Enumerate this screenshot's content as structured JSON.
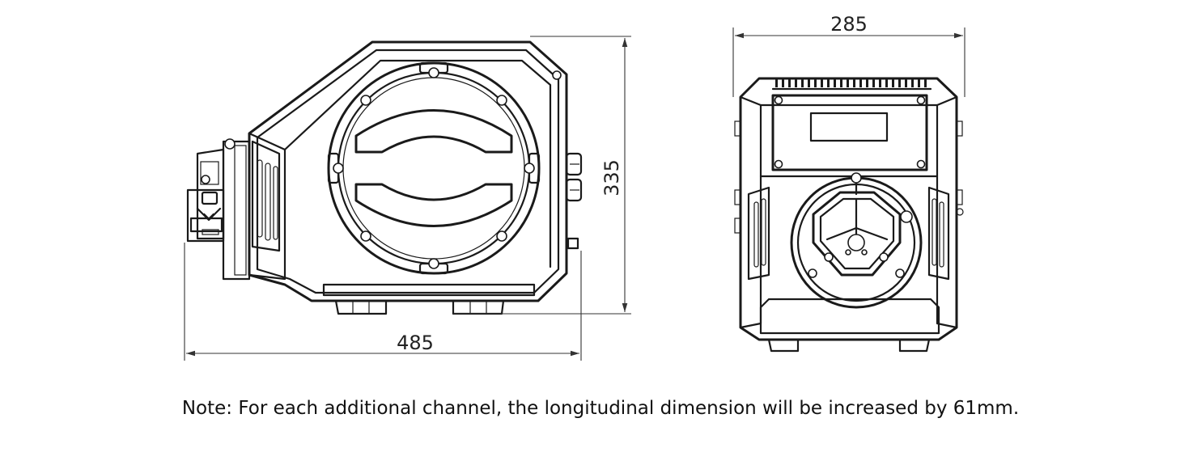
{
  "dimensions": {
    "side_length": "485",
    "side_height": "335",
    "front_width": "285"
  },
  "note": "Note: For each additional channel, the longitudinal dimension will be increased by 61mm.",
  "colors": {
    "line": "#1a1a1a",
    "background": "#ffffff"
  }
}
